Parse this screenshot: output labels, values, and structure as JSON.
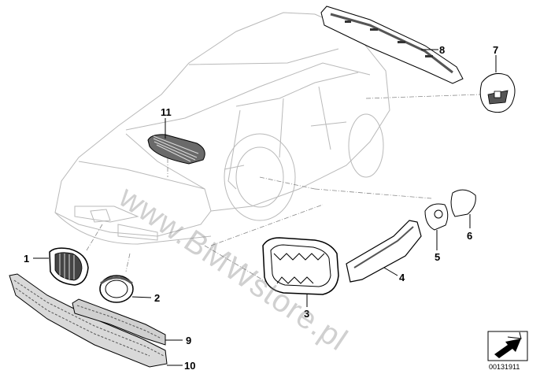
{
  "diagram": {
    "part_numbers": [
      "1",
      "2",
      "3",
      "4",
      "5",
      "6",
      "7",
      "8",
      "9",
      "10",
      "11"
    ],
    "watermark": "www.BMWstore.pl",
    "image_id": "00131911"
  },
  "icons": {
    "flip_icon": "arrow-flip-icon"
  }
}
